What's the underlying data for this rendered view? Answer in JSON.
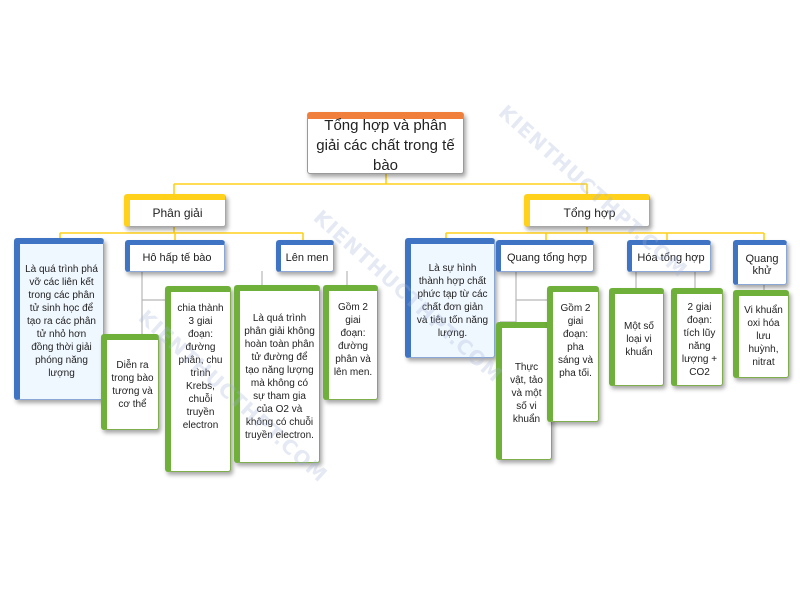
{
  "root": {
    "title": "Tổng hợp và phân giải các chất trong tế bào"
  },
  "watermark": "KIENTHUCTHPT.COM",
  "branches": {
    "left": {
      "title": "Phân giải",
      "description": "Là quá trình phá vỡ các liên kết trong các phân tử sinh học để tạo ra các phân tử nhỏ hơn đồng thời giải phóng năng lượng",
      "hohap": {
        "title": "Hô hấp tế bào",
        "leaf_location": "Diễn ra trong bào tương và cơ thể",
        "leaf_stages": "chia thành 3 giai đoạn: đường phân, chu trình Krebs, chuỗi truyền electron"
      },
      "lenmen": {
        "title": "Lên men",
        "leaf_definition": "Là quá trình phân giải không hoàn toàn phân tử đường để tạo năng lượng mà không có sự tham gia của O2 và không có chuỗi truyền electron.",
        "leaf_stages": "Gồm 2 giai đoạn: đường phân và lên men."
      }
    },
    "right": {
      "title": "Tổng hợp",
      "description": "Là sự hình thành hợp chất phức tạp từ các chất đơn giản và tiêu tốn năng lượng.",
      "quang_tong_hop": {
        "title": "Quang tổng hợp",
        "leaf_organisms": "Thực vật, tảo và một số vi khuẩn",
        "leaf_stages": "Gồm 2 giai đoạn: pha sáng và pha tối."
      },
      "hoa_tong_hop": {
        "title": "Hóa tổng hợp",
        "leaf_organisms": "Một số loại vi khuẩn",
        "leaf_stages": "2 giai đoạn: tích lũy năng lượng + CO2"
      },
      "quang_khu": {
        "title": "Quang khử",
        "leaf": "Vi khuẩn oxi hóa lưu huỳnh, nitrat"
      }
    }
  },
  "colors": {
    "root_accent": "#f07f3c",
    "level1_accent": "#ffd11a",
    "level2_accent": "#3f73c4",
    "leaf_accent": "#6fb03a",
    "connector": "#ffd11a"
  }
}
